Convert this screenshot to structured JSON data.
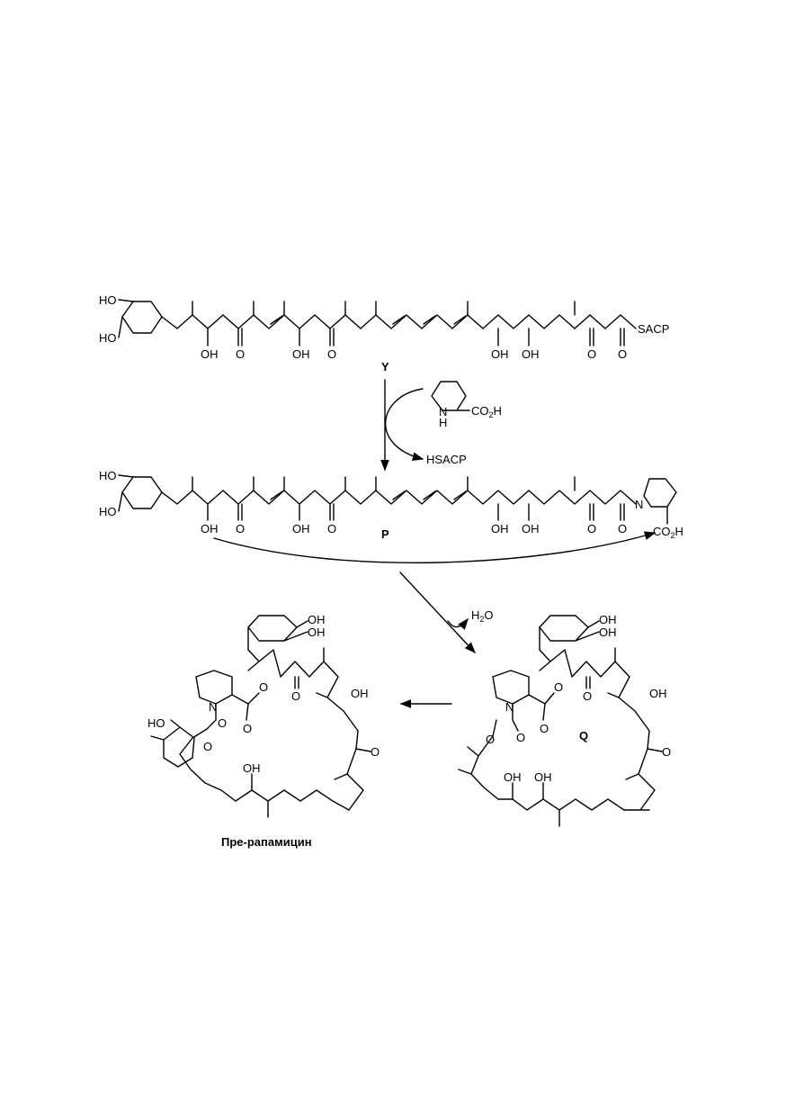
{
  "compound_Y": {
    "name": "Y",
    "ho_top": "HO",
    "ho_bottom": "HO",
    "oh_labels": [
      "OH",
      "OH",
      "OH",
      "OH"
    ],
    "o_labels": [
      "O",
      "O",
      "O",
      "O"
    ],
    "thioester": "SACP"
  },
  "reagent": {
    "nh": "N",
    "h": "H",
    "acid": "CO",
    "acid_sub": "2",
    "acid_h": "H",
    "leaving": "HSACP"
  },
  "compound_P": {
    "name": "P",
    "ho_top": "HO",
    "ho_bottom": "HO",
    "oh_labels": [
      "OH",
      "OH",
      "OH",
      "OH"
    ],
    "o_labels": [
      "O",
      "O",
      "O",
      "O"
    ],
    "n": "N",
    "acid": "CO",
    "acid_sub": "2",
    "acid_h": "H"
  },
  "water": {
    "h": "H",
    "sub": "2",
    "o": "O"
  },
  "compound_Q": {
    "name": "Q",
    "oh_labels": [
      "OH",
      "OH",
      "OH",
      "OH",
      "OH"
    ],
    "o_labels": [
      "O",
      "O",
      "O",
      "O",
      "O",
      "O"
    ],
    "n": "N"
  },
  "prerapamycin": {
    "name": "Пре-рапамицин",
    "oh_labels": [
      "OH",
      "OH",
      "OH",
      "OH"
    ],
    "ho_label": "HO",
    "o_labels": [
      "O",
      "O",
      "O",
      "O",
      "O",
      "O"
    ],
    "n": "N"
  }
}
